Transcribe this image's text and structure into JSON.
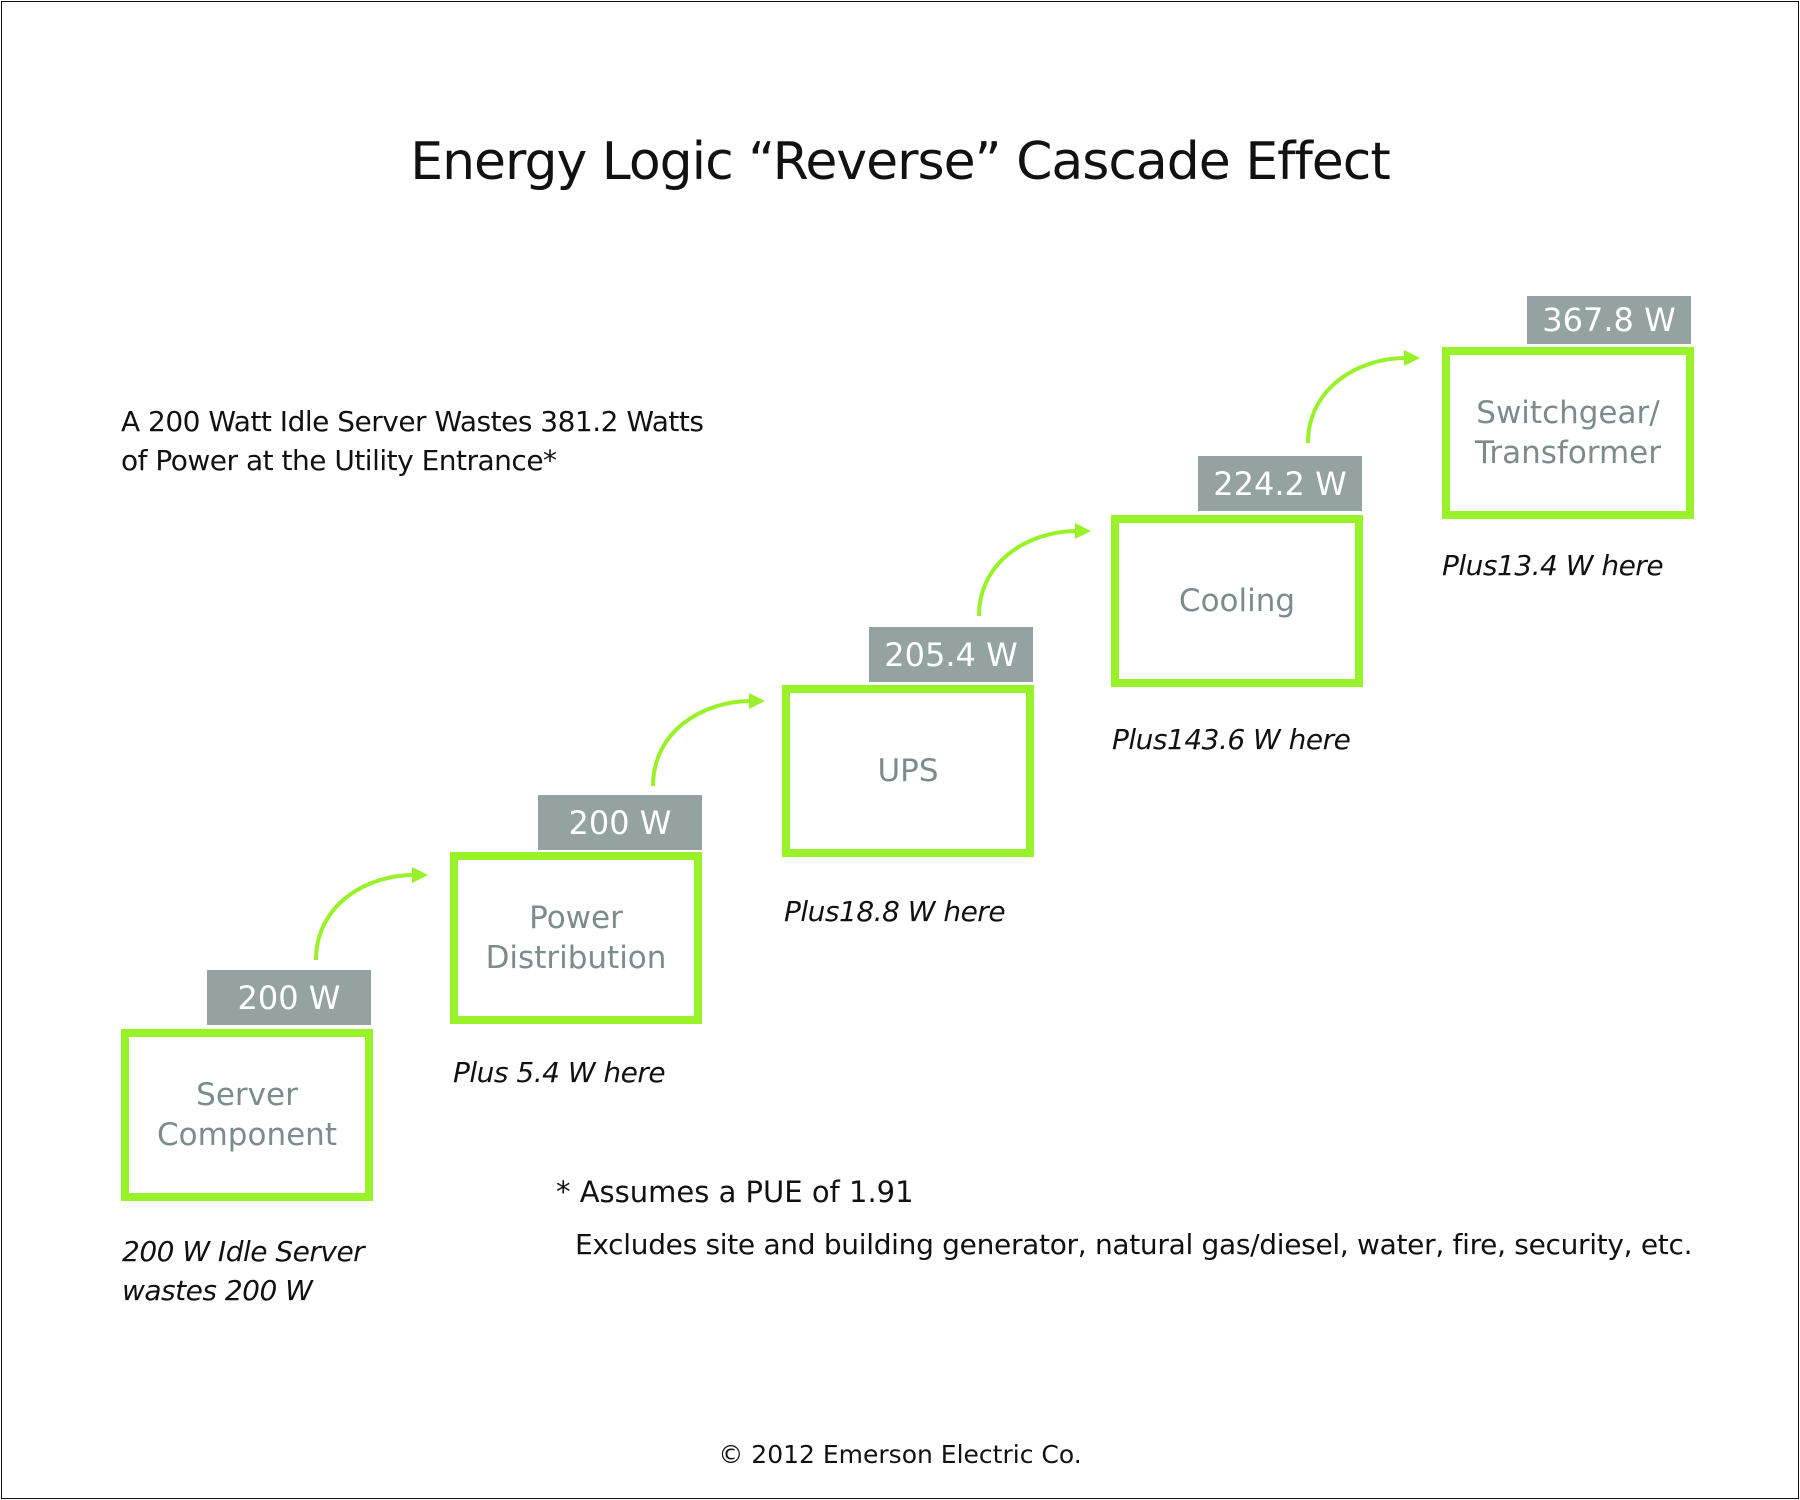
{
  "title": "Energy Logic “Reverse” Cascade Effect",
  "subtitle": {
    "line1": "A 200 Watt Idle Server Wastes 381.2 Watts",
    "line2": "of Power at the Utility Entrance*"
  },
  "steps": [
    {
      "name": "Server Component",
      "line1": "Server",
      "line2": "Component",
      "watts": "200 W",
      "note1": "200 W Idle Server",
      "note2": "wastes 200 W"
    },
    {
      "name": "Power Distribution",
      "line1": "Power",
      "line2": "Distribution",
      "watts": "200 W",
      "note1": "Plus 5.4 W here"
    },
    {
      "name": "UPS",
      "line1": "UPS",
      "watts": "205.4 W",
      "note1": "Plus18.8 W here"
    },
    {
      "name": "Cooling",
      "line1": "Cooling",
      "watts": "224.2 W",
      "note1": "Plus143.6 W here"
    },
    {
      "name": "Switchgear/Transformer",
      "line1": "Switchgear/",
      "line2": "Transformer",
      "watts": "367.8 W",
      "note1": "Plus13.4 W here"
    }
  ],
  "footnote": {
    "line1": "*  Assumes a PUE of 1.91",
    "line2": "Excludes site and building generator, natural gas/diesel, water, fire, security, etc."
  },
  "copyright": "© 2012 Emerson Electric Co.",
  "colors": {
    "box_border": "#99f12a",
    "watt_label": "#94a2a2",
    "box_text": "#7c8c8b",
    "arrow": "#99f12a"
  }
}
